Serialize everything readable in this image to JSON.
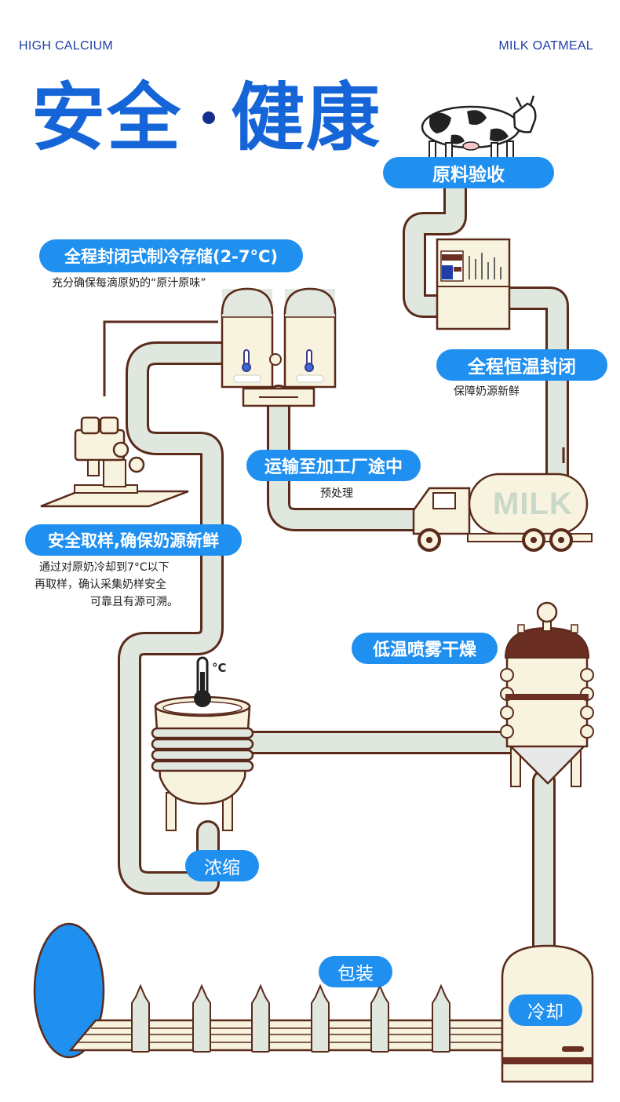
{
  "header": {
    "left": "HIGH CALCIUM",
    "right": "MILK OATMEAL"
  },
  "title": {
    "part1": "安全",
    "part2": "健康"
  },
  "steps": {
    "acceptance": {
      "label": "原料验收"
    },
    "storage": {
      "label": "全程封闭式制冷存储(2-7°C)",
      "note": "充分确保每滴原奶的“原汁原味”"
    },
    "constant_temp": {
      "label": "全程恒温封闭",
      "note": "保障奶源新鲜"
    },
    "transport": {
      "label": "运输至加工厂途中",
      "note": "预处理"
    },
    "sampling": {
      "label": "安全取样,确保奶源新鲜",
      "note_lines": [
        "通过对原奶冷却到7°C以下",
        "再取样，确认采集奶样安全",
        "可靠且有源可溯。"
      ]
    },
    "drying": {
      "label": "低温喷雾干燥"
    },
    "concentrate": {
      "label": "浓缩"
    },
    "packaging": {
      "label": "包装"
    },
    "cooling": {
      "label": "冷却"
    }
  },
  "truck_text": "MILK",
  "thermometer_unit": "°C",
  "colors": {
    "accent": "#1f8ff0",
    "title": "#1565d8",
    "pipe_fill": "#dfe7df",
    "pipe_edge": "#5a2a1a",
    "machine": "#f7f3df"
  }
}
